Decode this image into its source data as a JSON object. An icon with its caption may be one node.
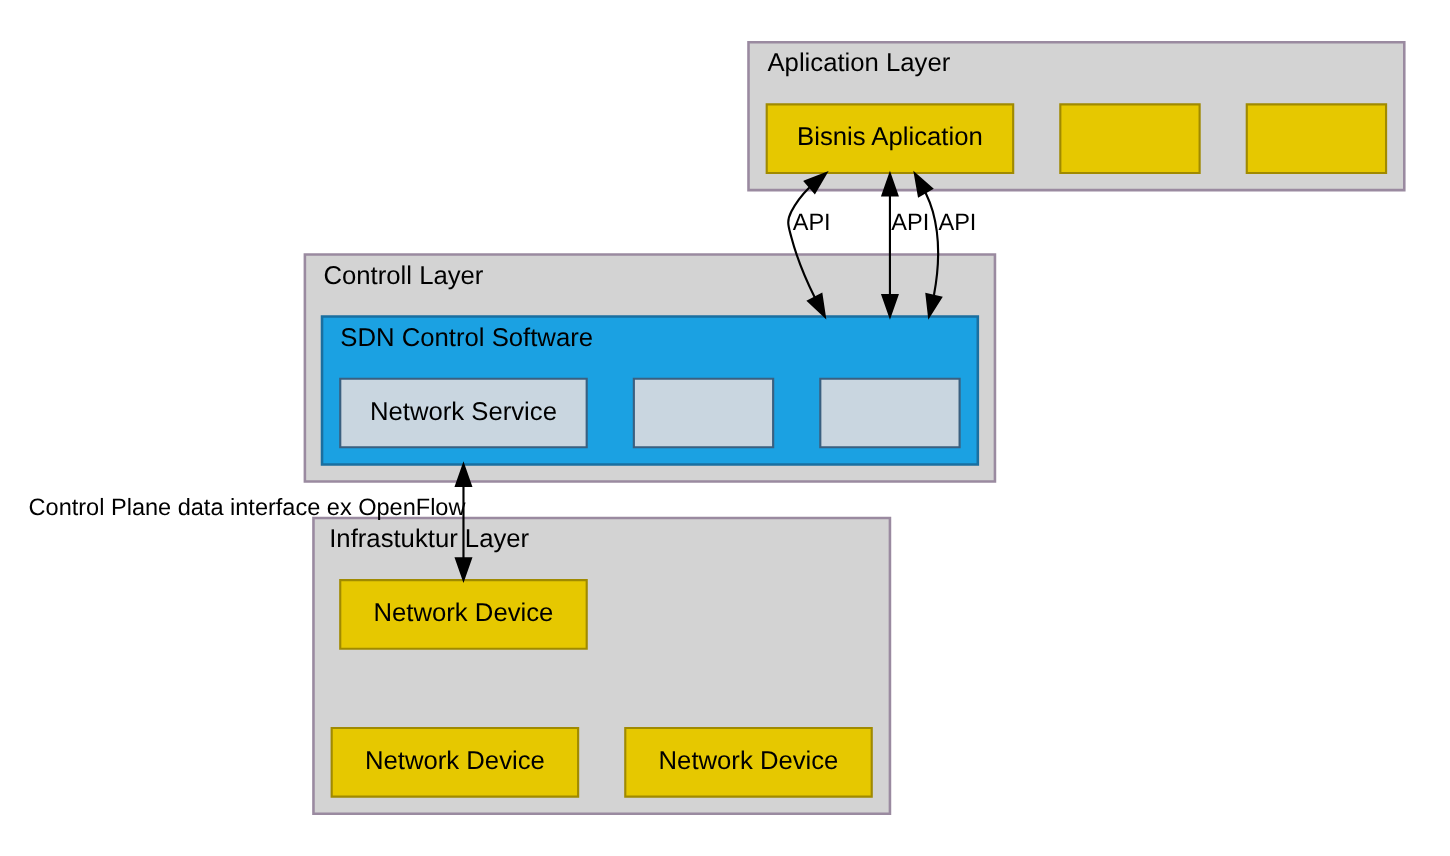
{
  "diagram": {
    "nodes": [
      {
        "text": [
          "Aplication Layer"
        ]
      },
      {
        "text": [],
        "shape": "box",
        "in": 0
      },
      {
        "text": [],
        "shape": "box",
        "in": 0
      },
      {
        "text": [
          "Bisnis Aplication"
        ],
        "in": 0
      },
      {
        "text": [
          "Controll Layer"
        ]
      },
      {
        "text": [
          "SDN Control Software"
        ],
        "in": 4
      },
      {
        "text": [],
        "shape": "box",
        "in": 5
      },
      {
        "text": [],
        "shape": "box",
        "in": 5
      },
      {
        "text": [
          "Network Service"
        ],
        "in": 5
      },
      {
        "text": [
          "Infrastuktur Layer"
        ]
      },
      {
        "text": [
          "Network Device"
        ],
        "in": 9
      },
      {
        "text": [
          "Network Device"
        ],
        "in": 9
      },
      {
        "text": [
          "Network Device"
        ],
        "in": 9
      }
    ],
    "edges": [
      {
        "from": 3,
        "to": 5,
        "arrow": "both",
        "label": "API"
      },
      {
        "from": 3,
        "to": 5,
        "arrow": "both",
        "label": "API"
      },
      {
        "from": 3,
        "to": 5,
        "arrow": "both",
        "label": "API"
      },
      {
        "from": 5,
        "to": 10,
        "arrow": "both",
        "label": "Control Plane data interface ex OpenFlow"
      }
    ]
  }
}
